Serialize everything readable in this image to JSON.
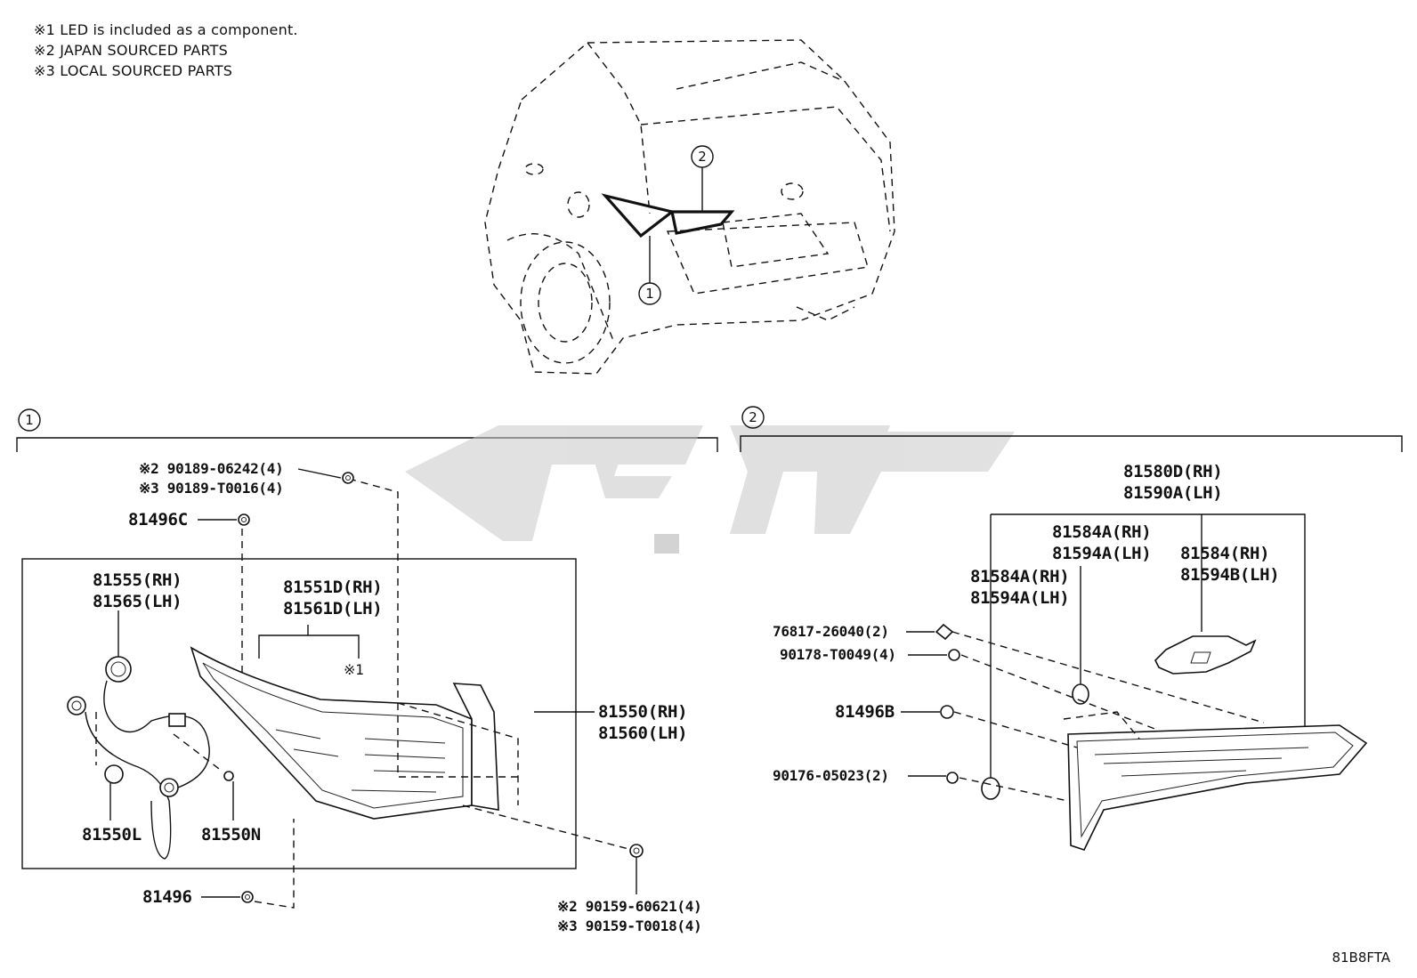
{
  "notes": [
    "※1 LED is included as a component.",
    "※2 JAPAN SOURCED PARTS",
    "※3 LOCAL SOURCED PARTS"
  ],
  "callouts": {
    "one": "1",
    "two": "2"
  },
  "section1": {
    "screw_top_a": "※2 90189-06242(4)",
    "screw_top_b": "※3 90189-T0016(4)",
    "clip_top": "81496C",
    "socket_rh": "81555(RH)",
    "socket_lh": "81565(LH)",
    "lens_rh": "81551D(RH)",
    "lens_lh": "81561D(LH)",
    "led_note": "※1",
    "lamp_rh": "81550(RH)",
    "lamp_lh": "81560(LH)",
    "bulb_l": "81550L",
    "bulb_n": "81550N",
    "clip_bottom": "81496",
    "nut_a": "※2 90159-60621(4)",
    "nut_b": "※3 90159-T0018(4)"
  },
  "section2": {
    "lamp_rh": "81580D(RH)",
    "lamp_lh": "81590A(LH)",
    "gasket_upper_rh": "81584A(RH)",
    "gasket_upper_lh": "81594A(LH)",
    "gasket_left_rh": "81584A(RH)",
    "gasket_left_lh": "81594A(LH)",
    "gasket_plate_rh": "81584(RH)",
    "gasket_plate_lh": "81594B(LH)",
    "clip_a": "76817-26040(2)",
    "screw_a": "90178-T0049(4)",
    "clip_b": "81496B",
    "screw_b": "90176-05023(2)"
  },
  "diagram_code": "81B8FTA",
  "watermark_color": "#c8c8c8"
}
